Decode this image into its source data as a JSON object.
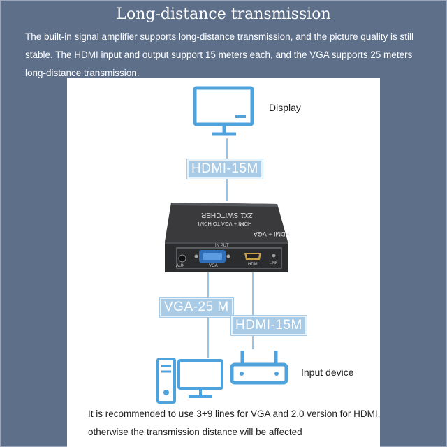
{
  "header": {
    "title": "Long-distance transmission",
    "intro": "The built-in signal amplifier supports long-distance transmission, and the picture quality is still stable. The HDMI input and output support 15 meters each, and the VGA supports 25 meters long-distance transmission."
  },
  "diagram": {
    "display_label": "Display",
    "input_device_label": "Input device",
    "hdmi_top_tag": "HDMI-15M",
    "vga_tag": "VGA-25 M",
    "hdmi_bottom_tag": "HDMI-15M",
    "device": {
      "top_text_1": "2X1 SWITCHER",
      "top_text_2": "HDMI + VGA TO HDMI",
      "brand_text": "HDMI + VGA",
      "input_label": "IN PUT",
      "aux_label": "AUX",
      "vga_label": "VGA",
      "hdmi_label": "HDMI",
      "link_label": "LINK"
    }
  },
  "footer": {
    "note": "It is recommended to use 3+9 lines for VGA and 2.0 version for HDMI, otherwise the transmission distance will be affected"
  },
  "colors": {
    "background": "#5e6f8a",
    "accent_blue": "#4fa3dc",
    "tag_fill": "#a9cbe5"
  }
}
